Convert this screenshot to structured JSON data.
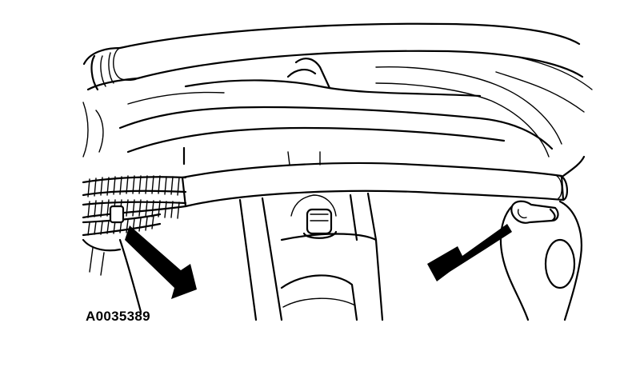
{
  "figure": {
    "code": "A0035389"
  },
  "colors": {
    "line": "#000000",
    "background": "#ffffff"
  },
  "icons": [
    "arrow-pointer-left",
    "arrow-pointer-right"
  ]
}
